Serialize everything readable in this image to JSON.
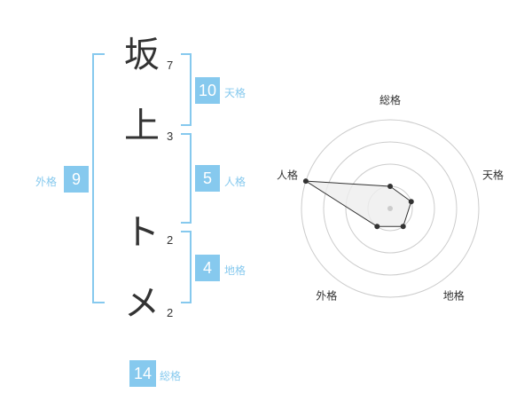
{
  "name": {
    "chars": [
      {
        "char": "坂",
        "strokes": "7"
      },
      {
        "char": "上",
        "strokes": "3"
      },
      {
        "char": "ト",
        "strokes": "2"
      },
      {
        "char": "メ",
        "strokes": "2"
      }
    ]
  },
  "fortune": {
    "tenkaku": {
      "value": "10",
      "label": "天格"
    },
    "jinkaku": {
      "value": "5",
      "label": "人格"
    },
    "chikaku": {
      "value": "4",
      "label": "地格"
    },
    "gaikaku": {
      "value": "9",
      "label": "外格"
    },
    "soukaku": {
      "value": "14",
      "label": "総格"
    }
  },
  "chart_data": {
    "type": "radar",
    "axes": [
      "総格",
      "天格",
      "地格",
      "外格",
      "人格"
    ],
    "values": [
      1,
      1,
      1,
      1,
      4
    ],
    "max": 4,
    "rings": 4,
    "colors": {
      "line": "#333333",
      "fill": "#eeeeee",
      "grid": "#cccccc",
      "center": "#cccccc"
    }
  }
}
